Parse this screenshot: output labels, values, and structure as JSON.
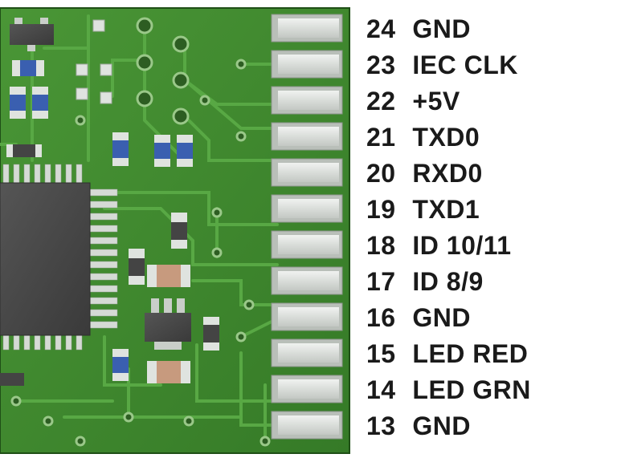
{
  "pins": [
    {
      "number": "24",
      "signal": "GND"
    },
    {
      "number": "23",
      "signal": "IEC CLK"
    },
    {
      "number": "22",
      "signal": "+5V"
    },
    {
      "number": "21",
      "signal": "TXD0"
    },
    {
      "number": "20",
      "signal": "RXD0"
    },
    {
      "number": "19",
      "signal": "TXD1"
    },
    {
      "number": "18",
      "signal": "ID 10/11"
    },
    {
      "number": "17",
      "signal": "ID 8/9"
    },
    {
      "number": "16",
      "signal": "GND"
    },
    {
      "number": "15",
      "signal": "LED RED"
    },
    {
      "number": "14",
      "signal": "LED GRN"
    },
    {
      "number": "13",
      "signal": "GND"
    }
  ],
  "colors": {
    "board": "#3f8a2e",
    "board_dark": "#2f6e22",
    "trace": "#4f9e3a",
    "pad": "#d9ddd9",
    "chip": "#4a4a4a",
    "resistor": "#c79a7e",
    "capacitor": "#3a5fb0",
    "label_text": "#1a1a1a"
  }
}
